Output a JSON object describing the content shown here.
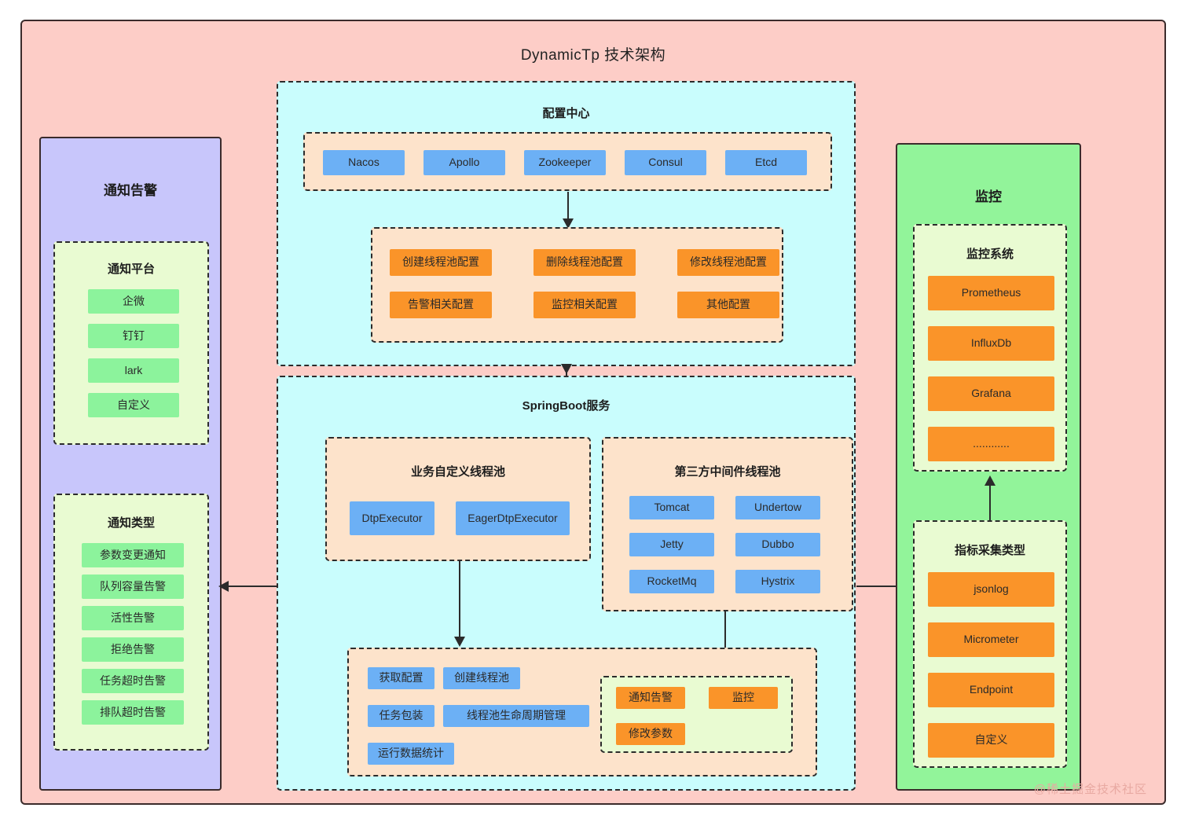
{
  "diagram": {
    "title": "DynamicTp 技术架构",
    "watermark": "@稀土掘金技术社区",
    "colors": {
      "root_bg": "#fdcdc7",
      "notify_panel_bg": "#c8c6fb",
      "monitor_panel_bg": "#92f49a",
      "group_cyan": "#c9fdfd",
      "group_peach": "#fde3cb",
      "group_lime": "#e9fbd2",
      "chip_blue": "#6cb0f5",
      "chip_orange": "#fa9429",
      "chip_green": "#8cf39c",
      "stroke": "#2b2b2b"
    }
  },
  "notify_panel": {
    "title": "通知告警",
    "platform_group": {
      "title": "通知平台",
      "items": [
        "企微",
        "钉钉",
        "lark",
        "自定义"
      ]
    },
    "type_group": {
      "title": "通知类型",
      "items": [
        "参数变更通知",
        "队列容量告警",
        "活性告警",
        "拒绝告警",
        "任务超时告警",
        "排队超时告警"
      ]
    }
  },
  "config_center": {
    "title": "配置中心",
    "sources_group": {
      "items": [
        "Nacos",
        "Apollo",
        "Zookeeper",
        "Consul",
        "Etcd"
      ]
    },
    "config_items_group": {
      "items": [
        "创建线程池配置",
        "删除线程池配置",
        "修改线程池配置",
        "告警相关配置",
        "监控相关配置",
        "其他配置"
      ]
    }
  },
  "springboot": {
    "title": "SpringBoot服务",
    "business_pool": {
      "title": "业务自定义线程池",
      "items": [
        "DtpExecutor",
        "EagerDtpExecutor"
      ]
    },
    "middleware_pool": {
      "title": "第三方中间件线程池",
      "items": [
        "Tomcat",
        "Undertow",
        "Jetty",
        "Dubbo",
        "RocketMq",
        "Hystrix"
      ]
    },
    "core_capabilities": {
      "items": [
        "获取配置",
        "创建线程池",
        "任务包装",
        "线程池生命周期管理",
        "运行数据统计"
      ]
    },
    "actions_group": {
      "items": [
        "通知告警",
        "监控",
        "修改参数"
      ]
    }
  },
  "monitor_panel": {
    "title": "监控",
    "system_group": {
      "title": "监控系统",
      "items": [
        "Prometheus",
        "InfluxDb",
        "Grafana",
        "............"
      ]
    },
    "collect_group": {
      "title": "指标采集类型",
      "items": [
        "jsonlog",
        "Micrometer",
        "Endpoint",
        "自定义"
      ]
    }
  }
}
